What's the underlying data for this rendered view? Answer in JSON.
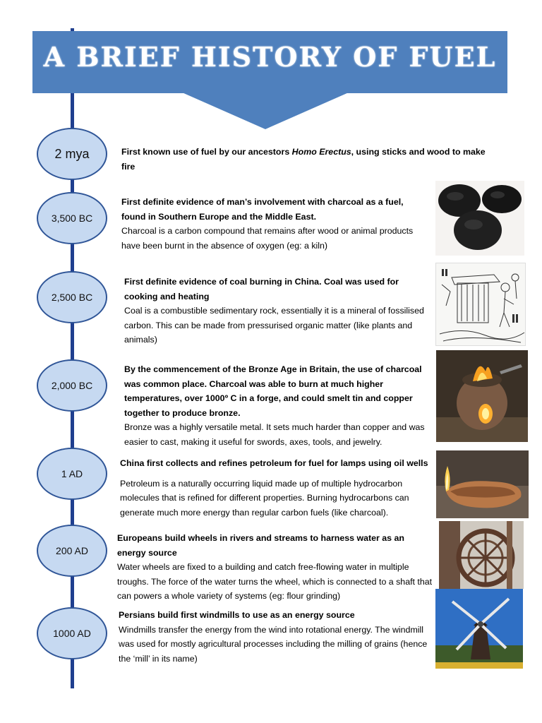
{
  "header": {
    "title": "A BRIEF HISTORY OF FUEL"
  },
  "timeline": [
    {
      "date": "2 mya",
      "head_pre": "First known use of fuel by our ancestors ",
      "head_em": "Homo Erectus",
      "head_post": ", using sticks and wood to make fire",
      "body": ""
    },
    {
      "date": "3,500 BC",
      "head": "First definite evidence of man’s involvement with charcoal as a fuel, found in Southern Europe and the Middle East.",
      "body": "Charcoal is a carbon compound that remains after wood or animal products have been burnt in the absence of oxygen (eg: a kiln)"
    },
    {
      "date": "2,500 BC",
      "head": "First definite evidence of coal burning in China. Coal was used for cooking and heating",
      "body": "Coal is a combustible sedimentary rock, essentially it is a mineral of fossilised carbon. This can be made from pressurised organic matter (like plants and animals)"
    },
    {
      "date": "2,000 BC",
      "head": "By the commencement of the Bronze Age in Britain, the use of charcoal was common place. Charcoal was able to burn at much higher temperatures, over 1000º C in a forge, and could smelt tin and copper together to produce bronze.",
      "body": "Bronze was a highly versatile metal. It sets much harder than copper and was easier to cast, making it useful for swords, axes, tools, and jewelry."
    },
    {
      "date": "1 AD",
      "head": "China first collects and refines petroleum for fuel for lamps using oil wells",
      "body": "Petroleum is a naturally occurring liquid made up of multiple hydrocarbon molecules that is refined for different properties. Burning hydrocarbons can generate much more energy than regular carbon fuels (like charcoal)."
    },
    {
      "date": "200 AD",
      "head": "Europeans build wheels in rivers and streams to harness water as an energy source",
      "body": "Water wheels are fixed to a building and catch free-flowing water in multiple troughs. The force of the water turns the wheel, which is connected to a shaft that can powers a whole variety of systems (eg: flour grinding)"
    },
    {
      "date": "1000 AD",
      "head": "Persians build first windmills to use as an energy source",
      "body": "Windmills transfer the energy from the wind into rotational energy. The windmill was used for mostly agricultural processes including the milling of grains (hence the ‘mill’ in its name)"
    }
  ],
  "colors": {
    "banner": "#4f80bd",
    "node_fill": "#c6d9f1",
    "spine": "#1f3f8f"
  },
  "images": [
    "charcoal-image",
    "chinese-coal-illustration-image",
    "charcoal-forge-image",
    "oil-lamp-image",
    "water-wheel-image",
    "windmill-image"
  ]
}
